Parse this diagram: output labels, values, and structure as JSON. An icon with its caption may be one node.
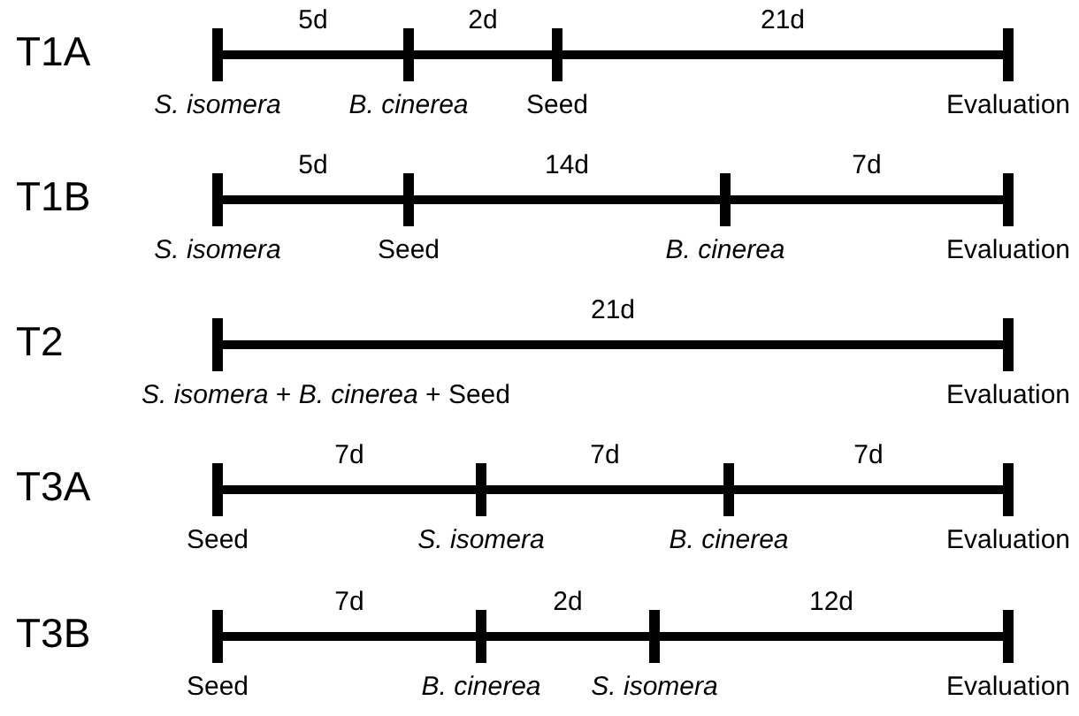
{
  "diagram": {
    "nodes": [
      {
        "text": [],
        "shape": "bar",
        "beside": [
          "S. isomera"
        ]
      },
      {
        "text": [],
        "shape": "bar",
        "beside": [
          "B. cinerea"
        ]
      },
      {
        "text": [],
        "shape": "bar",
        "beside": [
          "Seed"
        ]
      },
      {
        "text": [],
        "shape": "bar",
        "beside": [
          "Evaluation"
        ]
      },
      {
        "text": [],
        "shape": "bar",
        "beside": [
          "S. isomera"
        ]
      },
      {
        "text": [],
        "shape": "bar",
        "beside": [
          "Seed"
        ]
      },
      {
        "text": [],
        "shape": "bar",
        "beside": [
          "B. cinerea"
        ]
      },
      {
        "text": [],
        "shape": "bar",
        "beside": [
          "Evaluation"
        ]
      },
      {
        "text": [],
        "shape": "bar",
        "beside": [
          "*S. isomera* + *B. cinerea* + Seed"
        ]
      },
      {
        "text": [],
        "shape": "bar",
        "beside": [
          "Evaluation"
        ]
      },
      {
        "text": [],
        "shape": "bar",
        "beside": [
          "Seed"
        ]
      },
      {
        "text": [],
        "shape": "bar",
        "beside": [
          "S. isomera"
        ]
      },
      {
        "text": [],
        "shape": "bar",
        "beside": [
          "B. cinerea"
        ]
      },
      {
        "text": [],
        "shape": "bar",
        "beside": [
          "Evaluation"
        ]
      },
      {
        "text": [],
        "shape": "bar",
        "beside": [
          "Seed"
        ]
      },
      {
        "text": [],
        "shape": "bar",
        "beside": [
          "B. cinerea"
        ]
      },
      {
        "text": [],
        "shape": "bar",
        "beside": [
          "S. isomera"
        ]
      },
      {
        "text": [],
        "shape": "bar",
        "beside": [
          "Evaluation"
        ]
      }
    ],
    "edges": [
      {
        "from": 0,
        "to": 1,
        "arrow": "none",
        "label": "5d"
      },
      {
        "from": 1,
        "to": 2,
        "arrow": "none",
        "label": "2d"
      },
      {
        "from": 2,
        "to": 3,
        "arrow": "none",
        "label": "21d"
      },
      {
        "from": 4,
        "to": 5,
        "arrow": "none",
        "label": "5d"
      },
      {
        "from": 5,
        "to": 6,
        "arrow": "none",
        "label": "14d"
      },
      {
        "from": 6,
        "to": 7,
        "arrow": "none",
        "label": "7d"
      },
      {
        "from": 8,
        "to": 9,
        "arrow": "none",
        "label": "21d"
      },
      {
        "from": 10,
        "to": 11,
        "arrow": "none",
        "label": "7d"
      },
      {
        "from": 11,
        "to": 12,
        "arrow": "none",
        "label": "7d"
      },
      {
        "from": 12,
        "to": 13,
        "arrow": "none",
        "label": "7d"
      },
      {
        "from": 14,
        "to": 15,
        "arrow": "none",
        "label": "7d"
      },
      {
        "from": 15,
        "to": 16,
        "arrow": "none",
        "label": "2d"
      },
      {
        "from": 16,
        "to": 17,
        "arrow": "none",
        "label": "12d"
      }
    ],
    "labels": [
      "T1A",
      "T1B",
      "T2",
      "T3A",
      "T3B"
    ]
  }
}
